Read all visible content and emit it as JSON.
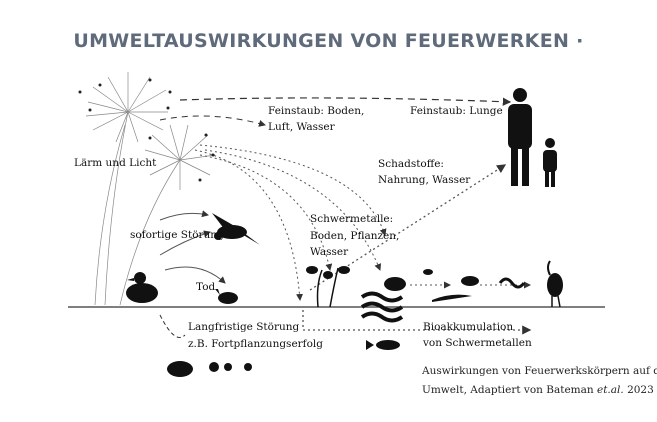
{
  "title": "UMWELTAUSWIRKUNGEN VON FEUERWERKEN ·",
  "labels": {
    "laerm": "Lärm und Licht",
    "feinstaub1a": "Feinstaub: Boden,",
    "feinstaub1b": "Luft, Wasser",
    "feinstaub2": "Feinstaub: Lunge",
    "schadstoffe_a": "Schadstoffe:",
    "schadstoffe_b": "Nahrung, Wasser",
    "stoerung": "sofortige Störung",
    "schwer_a": "Schwermetalle:",
    "schwer_b": "Boden, Pflanzen,",
    "schwer_c": "Wasser",
    "tod": "Tod",
    "langfristig_a": "Langfristige Störung",
    "langfristig_b": "z.B. Fortpflanzungserfolg",
    "bio_a": "Bioakkumulation",
    "bio_b": "von Schwermetallen"
  },
  "caption": {
    "line1": "Auswirkungen von Feuerwerkskörpern auf die",
    "line2_pre": "Umwelt, Adaptiert von Bateman ",
    "line2_em": "et.al.",
    "line2_post": " 2023"
  }
}
